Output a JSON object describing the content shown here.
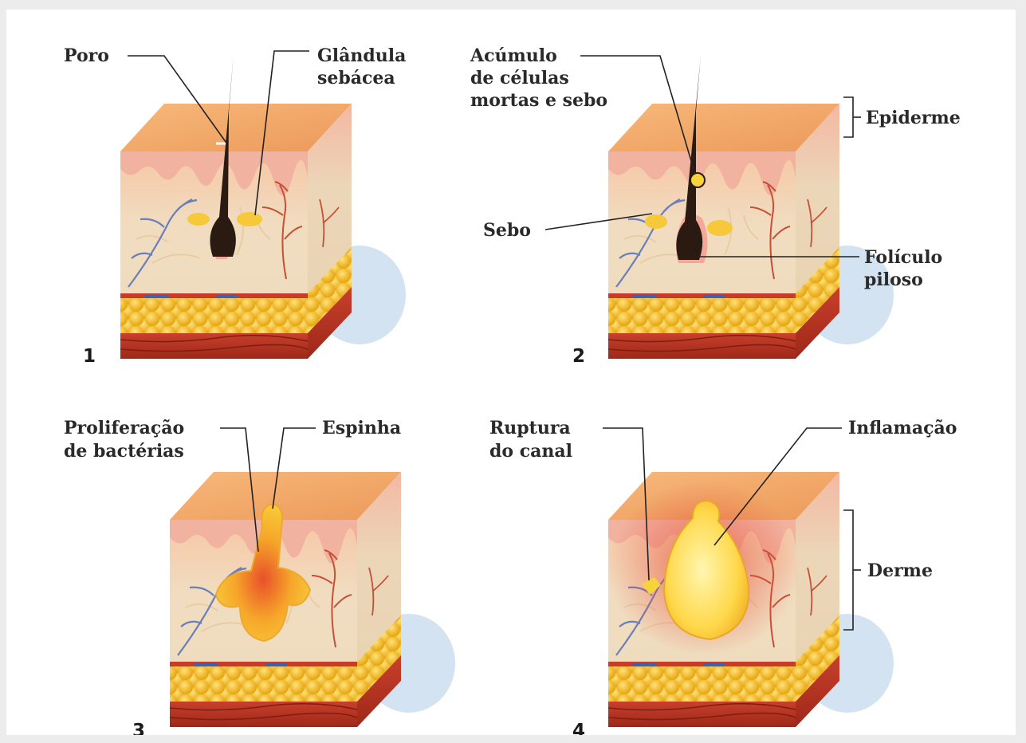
{
  "colors": {
    "epidermis_top": "#f2a86a",
    "epidermis_front": "#f4c9a8",
    "dermis": "#efe0c6",
    "fat": "#f2c22e",
    "muscle": "#b93424",
    "hair": "#2b1a12",
    "sebum": "#f6c93a",
    "inflammation": "#e8503a"
  },
  "panels": [
    {
      "number": "1",
      "labels": {
        "poro": "Poro",
        "glandula_1": "Glândula",
        "glandula_2": "sebácea"
      }
    },
    {
      "number": "2",
      "labels": {
        "acumulo_1": "Acúmulo",
        "acumulo_2": "de células",
        "acumulo_3": "mortas e sebo",
        "sebo": "Sebo",
        "foliculo_1": "Folículo",
        "foliculo_2": "piloso",
        "epiderme": "Epiderme"
      }
    },
    {
      "number": "3",
      "labels": {
        "proliferacao_1": "Proliferação",
        "proliferacao_2": "de bactérias",
        "espinha": "Espinha"
      }
    },
    {
      "number": "4",
      "labels": {
        "ruptura_1": "Ruptura",
        "ruptura_2": "do canal",
        "inflamacao": "Inflamação",
        "derme": "Derme"
      }
    }
  ]
}
